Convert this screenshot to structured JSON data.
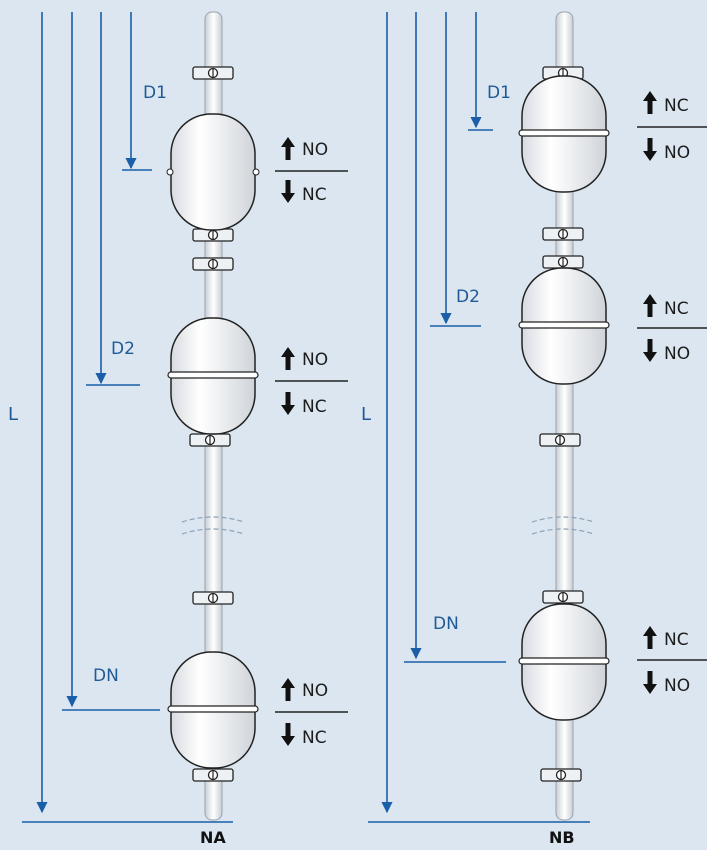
{
  "colors": {
    "background": "#dbe6f1",
    "dimension_line": "#1a5fa8",
    "label_text": "#1f5a96",
    "contact_text": "#1c1c1c",
    "float_fill": "#ffffff",
    "stem": "#f2f4f6"
  },
  "labels": {
    "total_length": "L",
    "na_title": "NA",
    "nb_title": "NB"
  },
  "na": {
    "floats": [
      {
        "depth_label": "D1",
        "upper_contact": "NO",
        "lower_contact": "NC"
      },
      {
        "depth_label": "D2",
        "upper_contact": "NO",
        "lower_contact": "NC"
      },
      {
        "depth_label": "DN",
        "upper_contact": "NO",
        "lower_contact": "NC"
      }
    ]
  },
  "nb": {
    "floats": [
      {
        "depth_label": "D1",
        "upper_contact": "NC",
        "lower_contact": "NO"
      },
      {
        "depth_label": "D2",
        "upper_contact": "NC",
        "lower_contact": "NO"
      },
      {
        "depth_label": "DN",
        "upper_contact": "NC",
        "lower_contact": "NO"
      }
    ]
  },
  "icons": {
    "arrow_up": "arrow-up-icon",
    "arrow_down": "arrow-down-icon",
    "stop_collar": "stop-collar-icon",
    "float": "float-ball-icon"
  }
}
